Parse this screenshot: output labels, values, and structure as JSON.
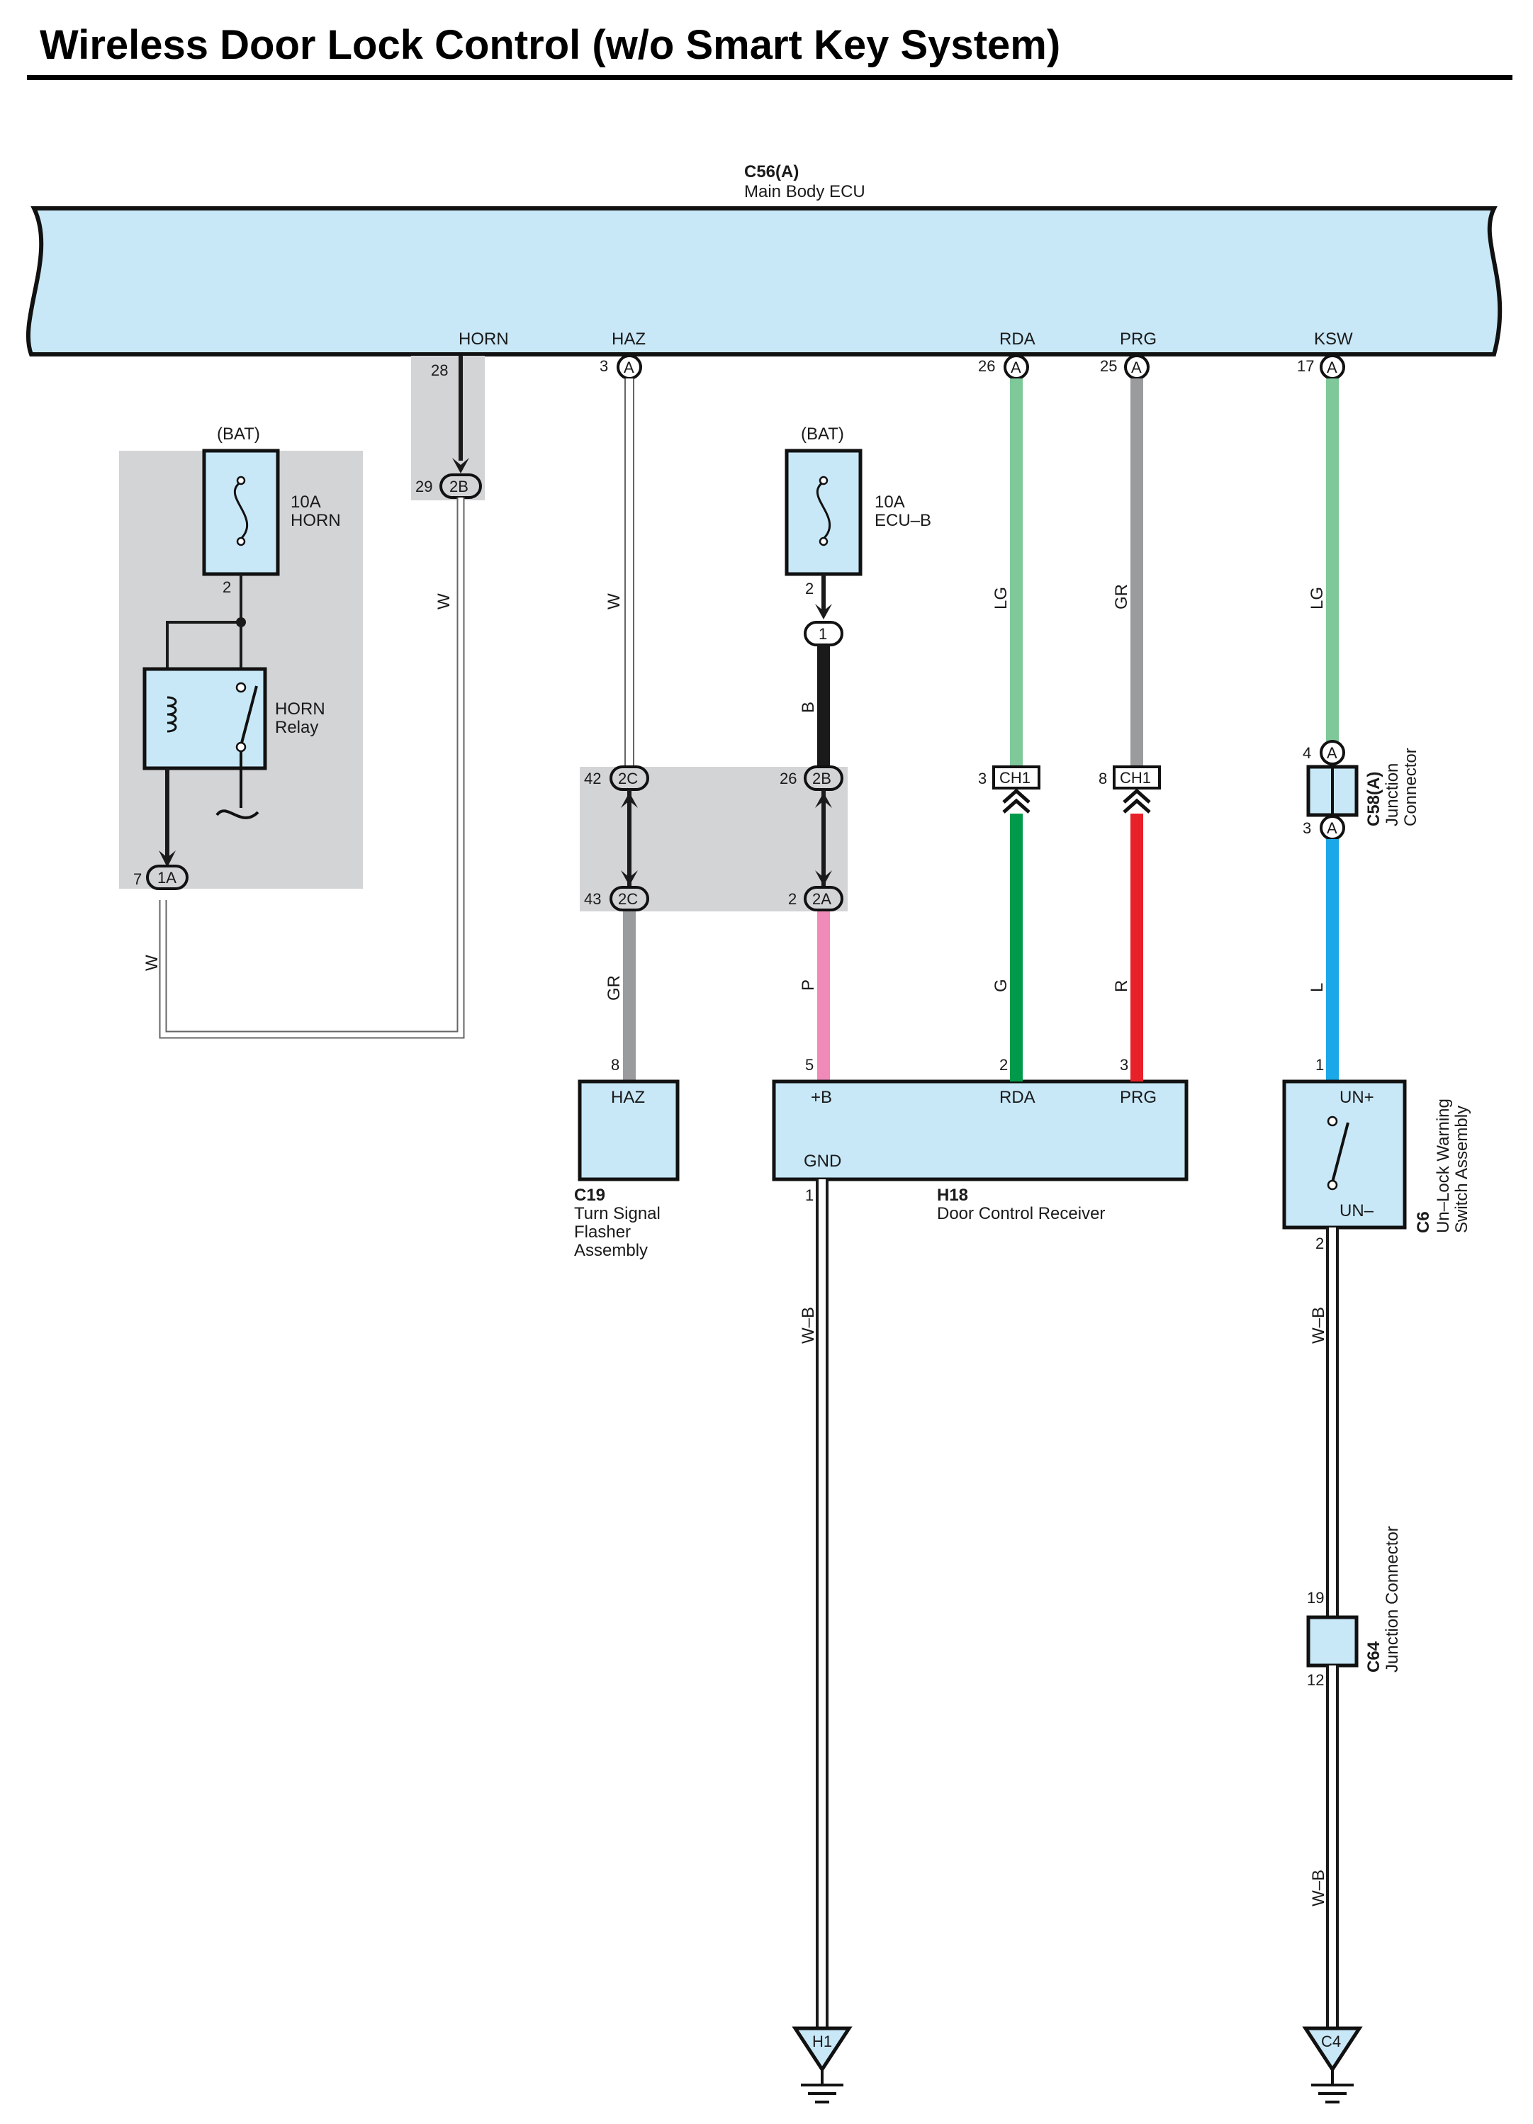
{
  "title": "Wireless Door Lock Control (w/o Smart Key System)",
  "colors": {
    "component_fill": "#c8e8f8",
    "shaded_area": "#d3d4d6",
    "wire_LG": "#7fc899",
    "wire_GR": "#9a9b9d",
    "wire_G": "#009a4a",
    "wire_R": "#e8202a",
    "wire_L": "#1aa8e8",
    "wire_P": "#f08ab8",
    "wire_B": "#1a1a1a",
    "wire_W": "#ffffff"
  },
  "ecu": {
    "code": "C56(A)",
    "name": "Main Body ECU",
    "terminals": [
      {
        "name": "HORN",
        "pin": "28",
        "connector": ""
      },
      {
        "name": "HAZ",
        "pin": "3",
        "connector": "A"
      },
      {
        "name": "RDA",
        "pin": "26",
        "connector": "A"
      },
      {
        "name": "PRG",
        "pin": "25",
        "connector": "A"
      },
      {
        "name": "KSW",
        "pin": "17",
        "connector": "A"
      }
    ]
  },
  "horn_fuse": {
    "source": "(BAT)",
    "rating": "10A",
    "name": "HORN",
    "out_pin": "2"
  },
  "horn_relay": {
    "line1": "HORN",
    "line2": "Relay"
  },
  "ecub_fuse": {
    "source": "(BAT)",
    "rating": "10A",
    "name": "ECU–B",
    "out_pin": "2"
  },
  "junction_connectors": [
    {
      "pin": "29",
      "label": "2B"
    },
    {
      "pin": "7",
      "label": "1A"
    },
    {
      "pin": "",
      "label": "1"
    },
    {
      "pin": "42",
      "label": "2C"
    },
    {
      "pin": "43",
      "label": "2C"
    },
    {
      "pin": "26",
      "label": "2B"
    },
    {
      "pin": "2",
      "label": "2A"
    },
    {
      "pin": "3",
      "label": "CH1"
    },
    {
      "pin": "8",
      "label": "CH1"
    }
  ],
  "wires": {
    "horn_output": "W",
    "horn_relay_output": "W",
    "haz_upper": "W",
    "haz_lower": "GR",
    "ecub": "B",
    "ecub_lower": "P",
    "rda_upper": "LG",
    "rda_lower": "G",
    "prg_upper": "GR",
    "prg_lower": "R",
    "ksw_upper": "LG",
    "ksw_lower": "L",
    "gnd_h18": "W–B",
    "gnd_c6": "W–B",
    "gnd_c64": "W–B"
  },
  "c58": {
    "code": "C58(A)",
    "line1": "Junction",
    "line2": "Connector",
    "pin_top": "4",
    "pin_bottom": "3",
    "conn": "A"
  },
  "c19": {
    "code": "C19",
    "line1": "Turn Signal",
    "line2": "Flasher",
    "line3": "Assembly",
    "terminal": "HAZ",
    "pin": "8"
  },
  "h18": {
    "code": "H18",
    "name": "Door Control Receiver",
    "terminals": [
      {
        "name": "+B",
        "pin": "5"
      },
      {
        "name": "RDA",
        "pin": "2"
      },
      {
        "name": "PRG",
        "pin": "3"
      },
      {
        "name": "GND",
        "pin": "1"
      }
    ]
  },
  "c6": {
    "code": "C6",
    "line1": "Un–Lock Warning",
    "line2": "Switch Assembly",
    "term_top": "UN+",
    "term_bottom": "UN–",
    "pin_top": "1",
    "pin_bottom": "2"
  },
  "c64": {
    "code": "C64",
    "name": "Junction Connector",
    "pin_top": "19",
    "pin_bottom": "12"
  },
  "grounds": [
    {
      "label": "H1"
    },
    {
      "label": "C4"
    }
  ]
}
